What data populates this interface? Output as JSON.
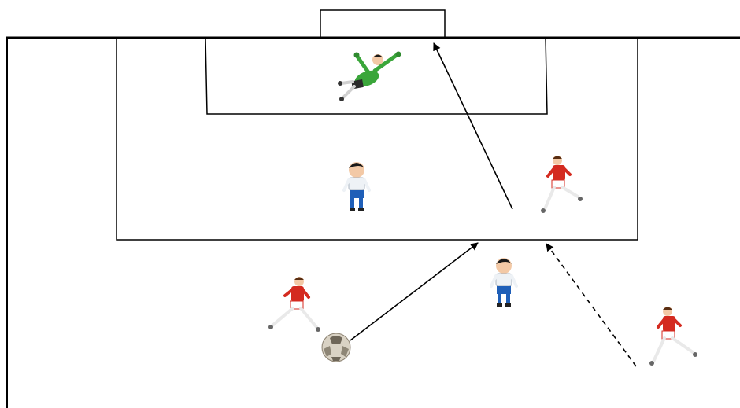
{
  "diagram": {
    "colors": {
      "line": "#000000",
      "attacker_shirt": "#d42a1f",
      "attacker_shorts": "#ffffff",
      "defender_shirt": "#eef2f6",
      "defender_shorts": "#1f5fb8",
      "goalkeeper_shirt": "#3aa63a",
      "goalkeeper_shorts": "#2a2a2a",
      "skin": "#f3c9a6",
      "hair": "#1a1a1a",
      "ball": "#d9d2c4"
    },
    "players": [
      {
        "id": "goalkeeper",
        "role": "goalkeeper",
        "icon": "diving-goalkeeper-icon"
      },
      {
        "id": "defender-box",
        "role": "defender",
        "icon": "defender-icon"
      },
      {
        "id": "attacker-box",
        "role": "attacker",
        "icon": "running-attacker-icon"
      },
      {
        "id": "defender-edge",
        "role": "defender",
        "icon": "defender-icon"
      },
      {
        "id": "attacker-ball",
        "role": "attacker",
        "icon": "running-attacker-icon"
      },
      {
        "id": "attacker-wide",
        "role": "attacker",
        "icon": "running-attacker-icon"
      }
    ],
    "ball": {
      "icon": "football-icon"
    },
    "movements": [
      {
        "id": "pass-to-box-edge",
        "style": "solid",
        "meaning": "pass"
      },
      {
        "id": "shot-on-goal",
        "style": "solid",
        "meaning": "shot"
      },
      {
        "id": "run-into-box",
        "style": "dashed",
        "meaning": "run"
      }
    ]
  }
}
